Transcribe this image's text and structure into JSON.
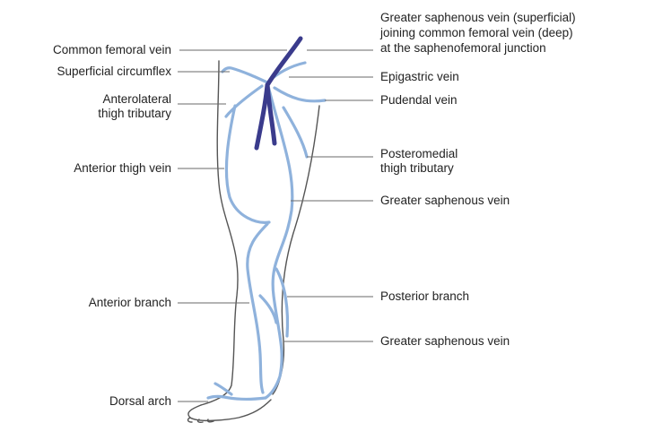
{
  "diagram": {
    "colors": {
      "superficial_vein": "#8fb2dc",
      "deep_vein": "#3a3b8c",
      "outline": "#555555",
      "leader": "#6a6a6a",
      "text": "#222222"
    },
    "labels_left": {
      "common_femoral": "Common femoral vein",
      "superficial_circumflex": "Superficial circumflex",
      "anterolateral_1": "Anterolateral",
      "anterolateral_2": "thigh tributary",
      "anterior_thigh": "Anterior thigh vein",
      "anterior_branch": "Anterior branch",
      "dorsal_arch": "Dorsal arch"
    },
    "labels_right": {
      "junction_1": "Greater saphenous vein (superficial)",
      "junction_2": "joining common femoral vein (deep)",
      "junction_3": "at the saphenofemoral junction",
      "epigastric": "Epigastric vein",
      "pudendal": "Pudendal vein",
      "posteromedial_1": "Posteromedial",
      "posteromedial_2": "thigh tributary",
      "gsv_upper": "Greater saphenous vein",
      "posterior_branch": "Posterior branch",
      "gsv_lower": "Greater saphenous vein"
    }
  }
}
